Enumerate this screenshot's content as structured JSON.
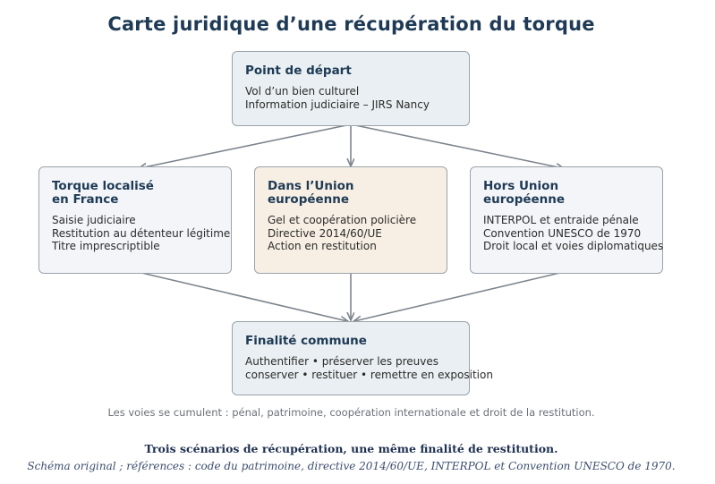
{
  "title": "Carte juridique d’une récupération du torque",
  "boxes": {
    "start": {
      "title": "Point de départ",
      "lines": [
        "Vol d’un bien culturel",
        "Information judiciaire – JIRS Nancy"
      ]
    },
    "france": {
      "title": "Torque localisé\nen France",
      "lines": [
        "Saisie judiciaire",
        "Restitution au détenteur légitime",
        "Titre imprescriptible"
      ]
    },
    "eu": {
      "title": "Dans l’Union\neuropéenne",
      "lines": [
        "Gel et coopération policière",
        "Directive 2014/60/UE",
        "Action en restitution"
      ]
    },
    "outside": {
      "title": "Hors Union\neuropéenne",
      "lines": [
        "INTERPOL et entraide pénale",
        "Convention UNESCO de 1970",
        "Droit local et voies diplomatiques"
      ]
    },
    "final": {
      "title": "Finalité commune",
      "lines": [
        "Authentifier • préserver les preuves",
        "conserver • restituer • remettre en exposition"
      ]
    }
  },
  "note": "Les voies se cumulent : pénal, patrimoine, coopération internationale et droit de la restitution.",
  "caption": {
    "line1": "Trois scénarios de récupération, une même finalité de restitution.",
    "line2": "Schéma original ; références : code du patrimoine, directive 2014/60/UE, INTERPOL et Convention UNESCO de 1970."
  },
  "colors": {
    "title": "#1e3a55",
    "arrow": "#7d858d",
    "box_border": "#9aa3ac",
    "box_gray": "#e9eff2",
    "box_light": "#f3f5f9",
    "box_beige": "#f7efe3"
  }
}
